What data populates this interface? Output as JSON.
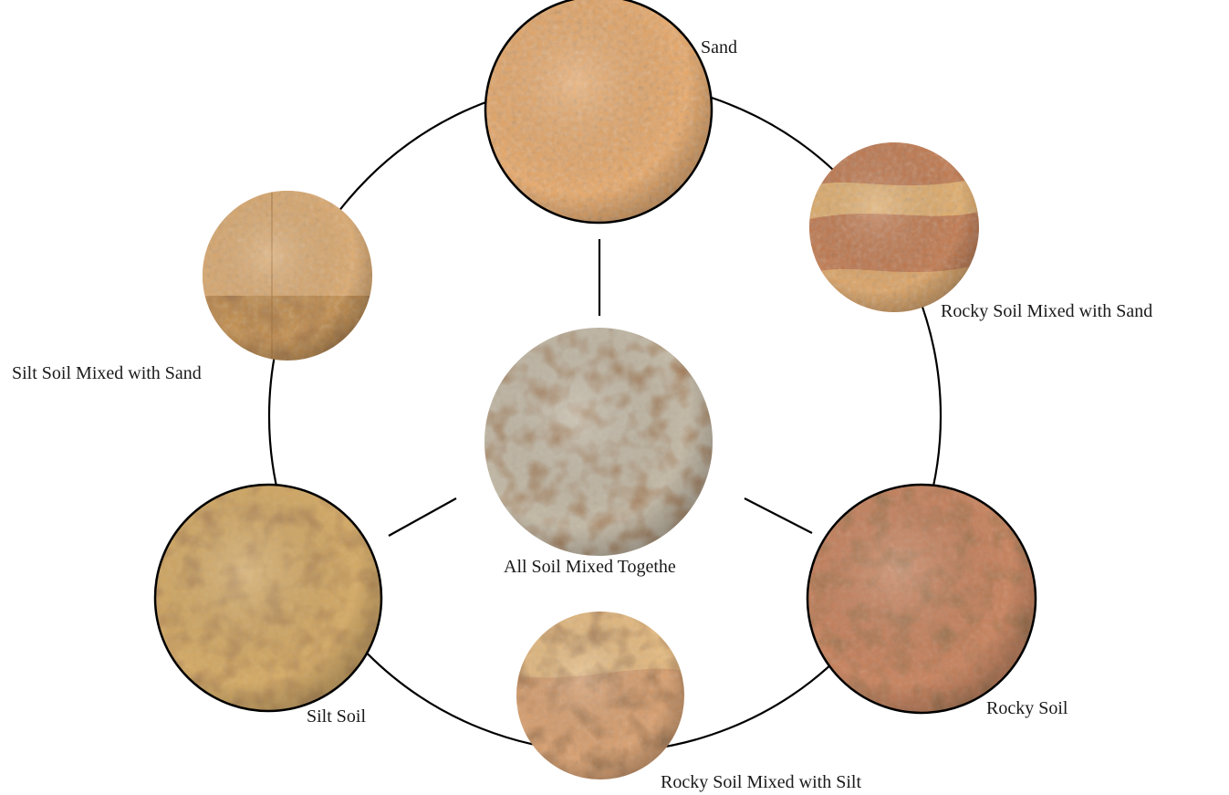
{
  "diagram": {
    "center": {
      "label": "All Soil Mixed Togethe"
    },
    "samples": [
      {
        "label": "Sand"
      },
      {
        "label": "Rocky Soil Mixed with Sand"
      },
      {
        "label": "Rocky Soil"
      },
      {
        "label": "Rocky Soil Mixed with Silt"
      },
      {
        "label": "Silt Soil"
      },
      {
        "label": "Silt Soil Mixed with Sand"
      }
    ]
  }
}
